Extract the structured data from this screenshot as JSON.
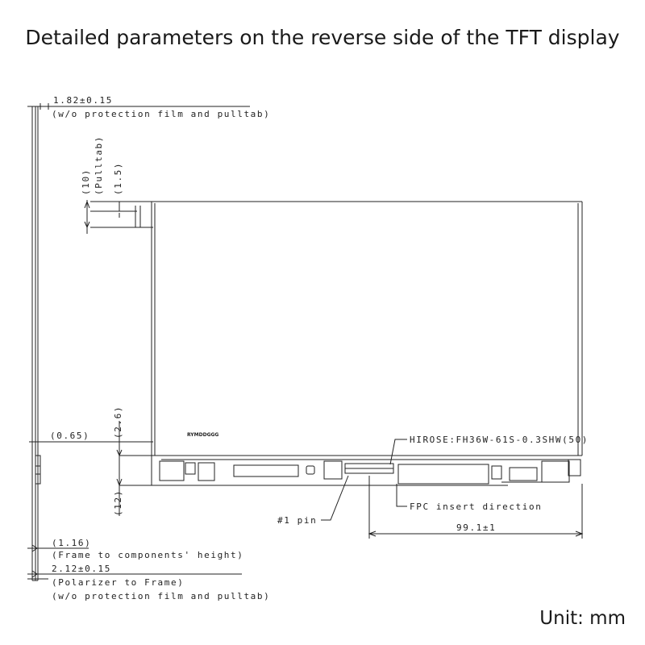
{
  "title": "Detailed parameters on the reverse side of the TFT display",
  "unit": "Unit: mm",
  "dimensions": {
    "thickness_total": "1.82±0.15",
    "thickness_total_note": "(w/o protection film and pulltab)",
    "pulltab_ten": "(10)",
    "pulltab_label": "(Pulltab)",
    "pulltab_one_five": "(1.5)",
    "frame_gap": "(0.65)",
    "connector_offset": "(2.6)",
    "bottom_offset": "(12)",
    "components_height": "(1.16)",
    "components_height_note": "(Frame to components' height)",
    "polarizer_frame": "2.12±0.15",
    "polarizer_frame_note1": "(Polarizer to Frame)",
    "polarizer_frame_note2": "(w/o protection film and pulltab)",
    "connector": "HIROSE:FH36W-61S-0.3SHW(50)",
    "pin1": "#1 pin",
    "fpc_direction": "FPC insert direction",
    "width_dim": "99.1±1",
    "panel_marking": "RYMDDGGG"
  }
}
